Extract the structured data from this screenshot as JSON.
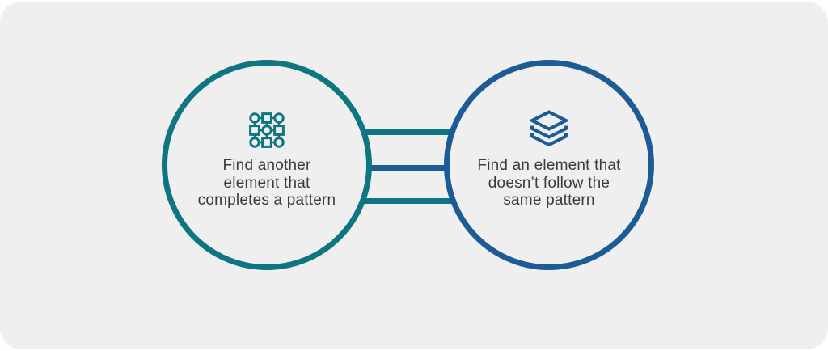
{
  "page": {
    "background": "#ffffff",
    "card_background": "#efefef"
  },
  "colors": {
    "teal": "#0e7680",
    "blue": "#1d5b94",
    "text": "#3b3b3b"
  },
  "left_node": {
    "icon": "pattern-grid-icon",
    "border_color": "#0e7680",
    "lines": {
      "0": "Find another",
      "1": "element that",
      "2": "completes a pattern"
    }
  },
  "right_node": {
    "icon": "layers-icon",
    "border_color": "#1d5b94",
    "lines": {
      "0": "Find an element that",
      "1": "doesn’t follow the",
      "2": "same pattern"
    }
  },
  "connectors": {
    "0": {
      "position": "top",
      "color": "#0e7680"
    },
    "1": {
      "position": "middle",
      "color": "#1d5b94"
    },
    "2": {
      "position": "bottom",
      "color": "#0e7680"
    }
  }
}
